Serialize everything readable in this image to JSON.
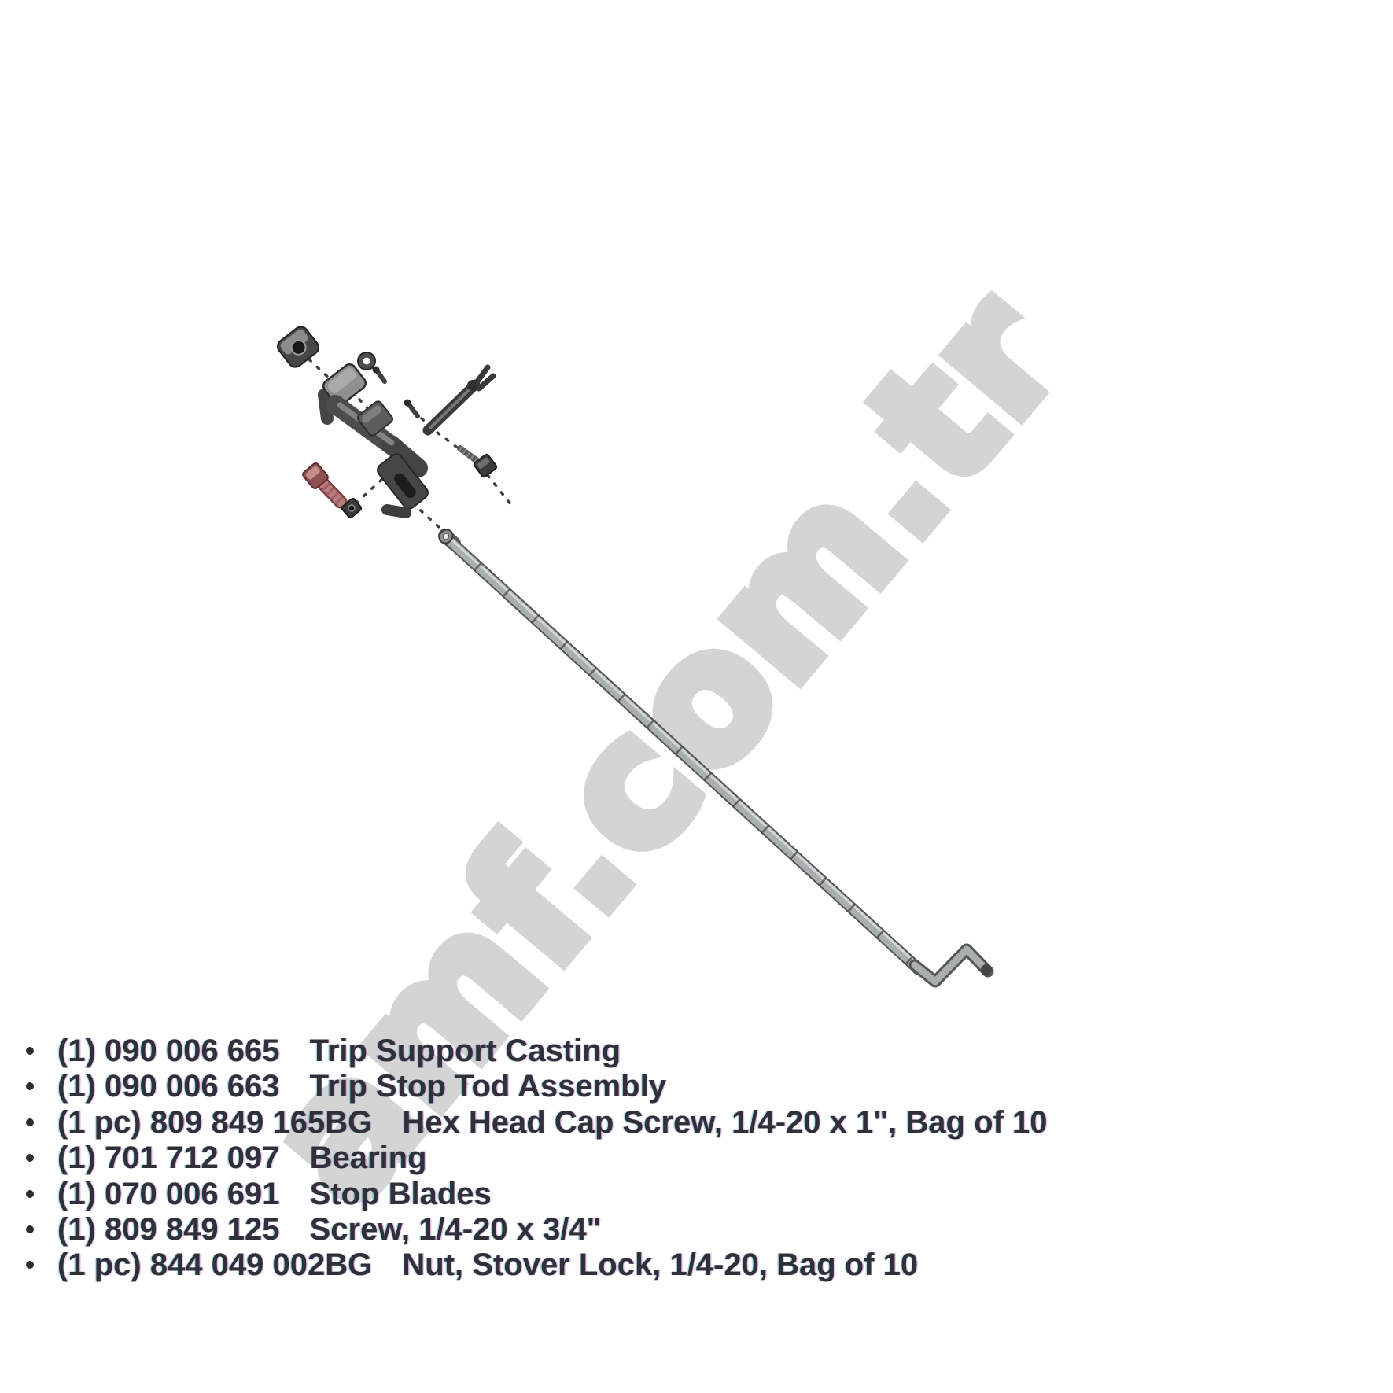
{
  "watermark": {
    "text": "amf.com.tr",
    "color": "#d4d4d4"
  },
  "diagram": {
    "type": "exploded-parts-drawing",
    "highlighted_part_color": "#b97c7c",
    "metal_light": "#a9aeae",
    "metal_dark": "#464646"
  },
  "parts_list": {
    "items": [
      {
        "qty": "(1)",
        "part_number": "090 006 665",
        "description": "Trip Support Casting"
      },
      {
        "qty": "(1)",
        "part_number": "090 006 663",
        "description": "Trip Stop Tod Assembly"
      },
      {
        "qty": "(1 pc)",
        "part_number": "809 849 165BG",
        "description": "Hex Head Cap Screw, 1/4-20 x 1\", Bag of 10"
      },
      {
        "qty": "(1)",
        "part_number": "701 712 097",
        "description": "Bearing"
      },
      {
        "qty": "(1)",
        "part_number": "070 006 691",
        "description": "Stop Blades"
      },
      {
        "qty": "(1)",
        "part_number": "809 849 125",
        "description": "Screw, 1/4-20 x 3/4\""
      },
      {
        "qty": "(1 pc)",
        "part_number": "844 049 002BG",
        "description": "Nut, Stover Lock, 1/4-20, Bag of 10"
      }
    ]
  }
}
